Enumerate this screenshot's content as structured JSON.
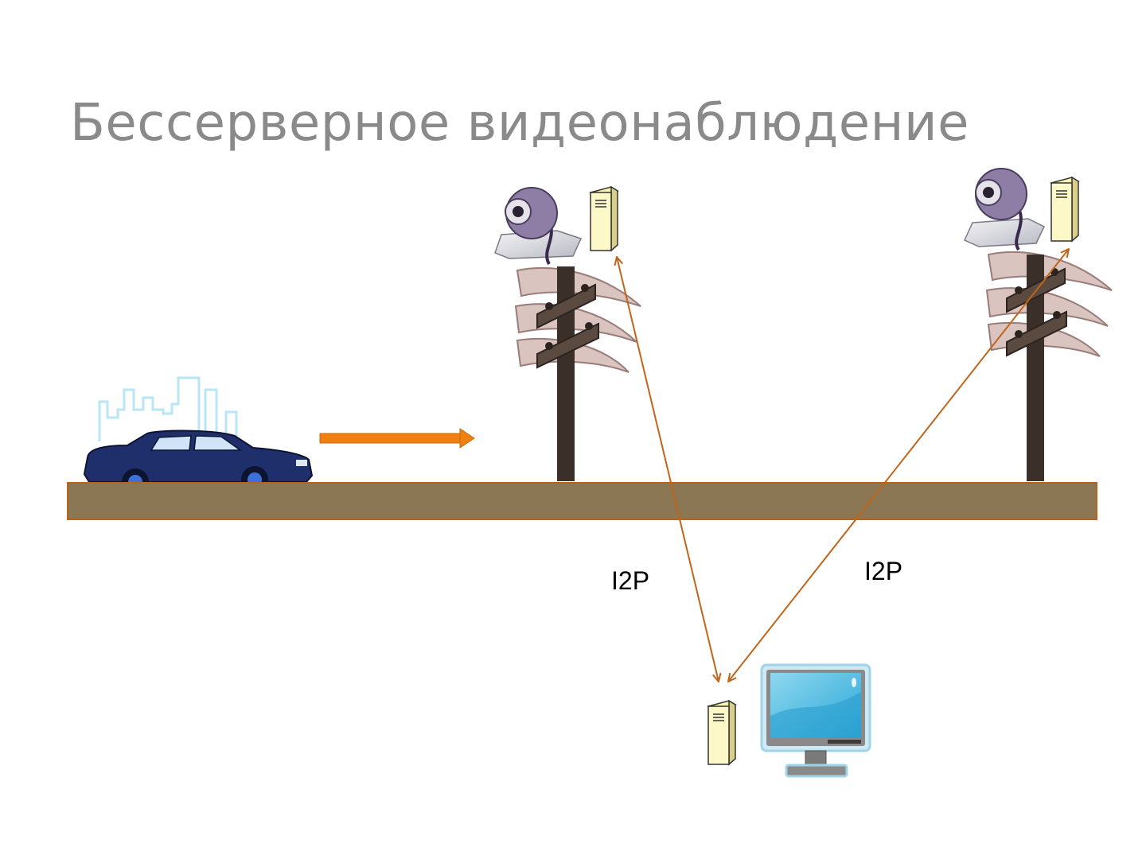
{
  "slide": {
    "title": "Бессерверное видеонаблюдение"
  },
  "links": [
    {
      "label": "I2P"
    },
    {
      "label": "I2P"
    }
  ],
  "colors": {
    "title": "#8a8a8a",
    "road": "#8b7753",
    "road_border": "#b5651d",
    "motion_arrow": "#f08010",
    "link_line": "#c0651a",
    "car_body": "#1e2f6b",
    "server_fill": "#fdf8c8",
    "monitor_screen": "#55bde0",
    "building_outline": "#b8e6f5"
  },
  "icons": {
    "car": "car-icon",
    "city": "city-skyline-icon",
    "camera": "webcam-icon",
    "server": "server-tower-icon",
    "pole": "utility-pole-icon",
    "monitor": "monitor-icon"
  }
}
